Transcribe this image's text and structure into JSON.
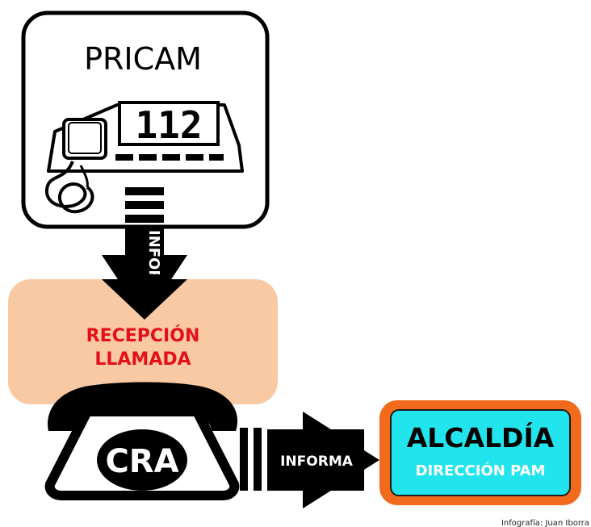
{
  "pricam": {
    "title": "PRICAM",
    "number": "112"
  },
  "informa_vertical": "INFORMA",
  "reception": {
    "line1": "RECEPCIÓN",
    "line2": "LLAMADA"
  },
  "cra": {
    "label": "CRA"
  },
  "informa_horizontal": "INFORMA",
  "alcaldia": {
    "title": "ALCALDÍA",
    "subtitle": "DIRECCIÓN PAM"
  },
  "credit": "Infografía: Juan Iborra",
  "colors": {
    "reception_fill": "#f9c9a3",
    "reception_text": "#e3101a",
    "alcaldia_border": "#f26b1d",
    "alcaldia_fill": "#22e4ec",
    "ink": "#000000"
  },
  "icons": [
    "office-phone-icon",
    "arrow-down-icon",
    "rotary-phone-icon",
    "arrow-right-icon"
  ]
}
